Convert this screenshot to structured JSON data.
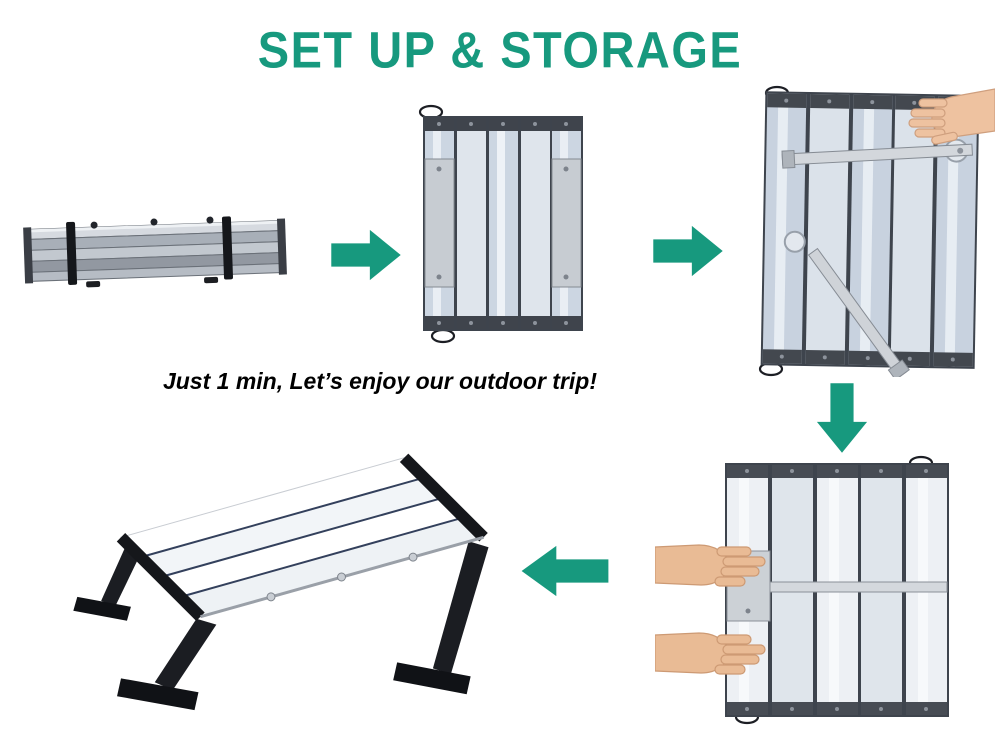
{
  "page": {
    "title": "SET UP & STORAGE",
    "tagline": "Just 1 min, Let’s enjoy our outdoor trip!"
  },
  "colors": {
    "accent": "#17997e",
    "tagline_text": "#000000",
    "background": "#ffffff"
  },
  "steps": [
    {
      "name": "folded-table"
    },
    {
      "name": "unfolded-tabletop"
    },
    {
      "name": "insert-support-bar"
    },
    {
      "name": "slide-side-brackets"
    },
    {
      "name": "assembled-table"
    }
  ],
  "arrows": [
    {
      "name": "arrow-step1-to-step2",
      "direction": "right"
    },
    {
      "name": "arrow-step2-to-step3",
      "direction": "right"
    },
    {
      "name": "arrow-step3-to-step4",
      "direction": "down"
    },
    {
      "name": "arrow-step4-to-step5",
      "direction": "left"
    }
  ]
}
